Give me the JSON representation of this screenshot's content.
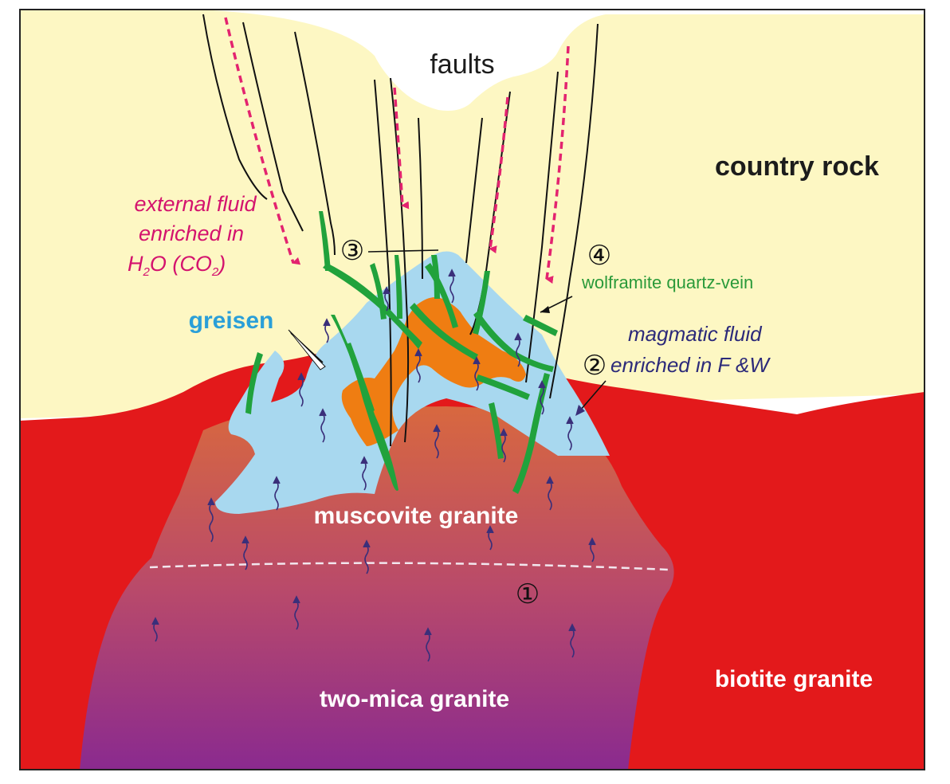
{
  "labels": {
    "faults": "faults",
    "country_rock": "country rock",
    "external_fluid": [
      "external fluid",
      "enriched in"
    ],
    "h2o_co2": {
      "h": "H",
      "sub2a": "2",
      "o_open": "O (CO",
      "sub2b": "2",
      "close": ")"
    },
    "greisen": "greisen",
    "num3": "③",
    "num4": "④",
    "num2": "②",
    "num1": "①",
    "wolframite": "wolframite quartz-vein",
    "magmatic_fluid": [
      "magmatic fluid",
      "enriched in F &W"
    ],
    "muscovite_granite": "muscovite granite",
    "two_mica_granite": "two-mica granite",
    "biotite_granite": "biotite granite"
  },
  "colors": {
    "country_rock": "#fdf7c3",
    "biotite_granite": "#e3191b",
    "muscovite_top": "#d8683f",
    "two_mica_bottom": "#8a2a8f",
    "greisen": "#a8d8ef",
    "orange_core": "#ef7d12",
    "vein_green": "#21a23c",
    "fluid_arrow": "#e3236f",
    "magmatic_arrow": "#3a2f7a",
    "external_text": "#d4136e",
    "greisen_text": "#2a9fd8",
    "wolframite_text": "#2a9a3a",
    "magmatic_text": "#2c2a7a",
    "dark_text": "#1c1c1c",
    "white_text": "#ffffff"
  },
  "icons": {
    "external_fluid_arrow": "dashed-down-arrow",
    "magmatic_fluid_arrow": "wavy-up-arrow",
    "leader": "pointer-arrow"
  }
}
